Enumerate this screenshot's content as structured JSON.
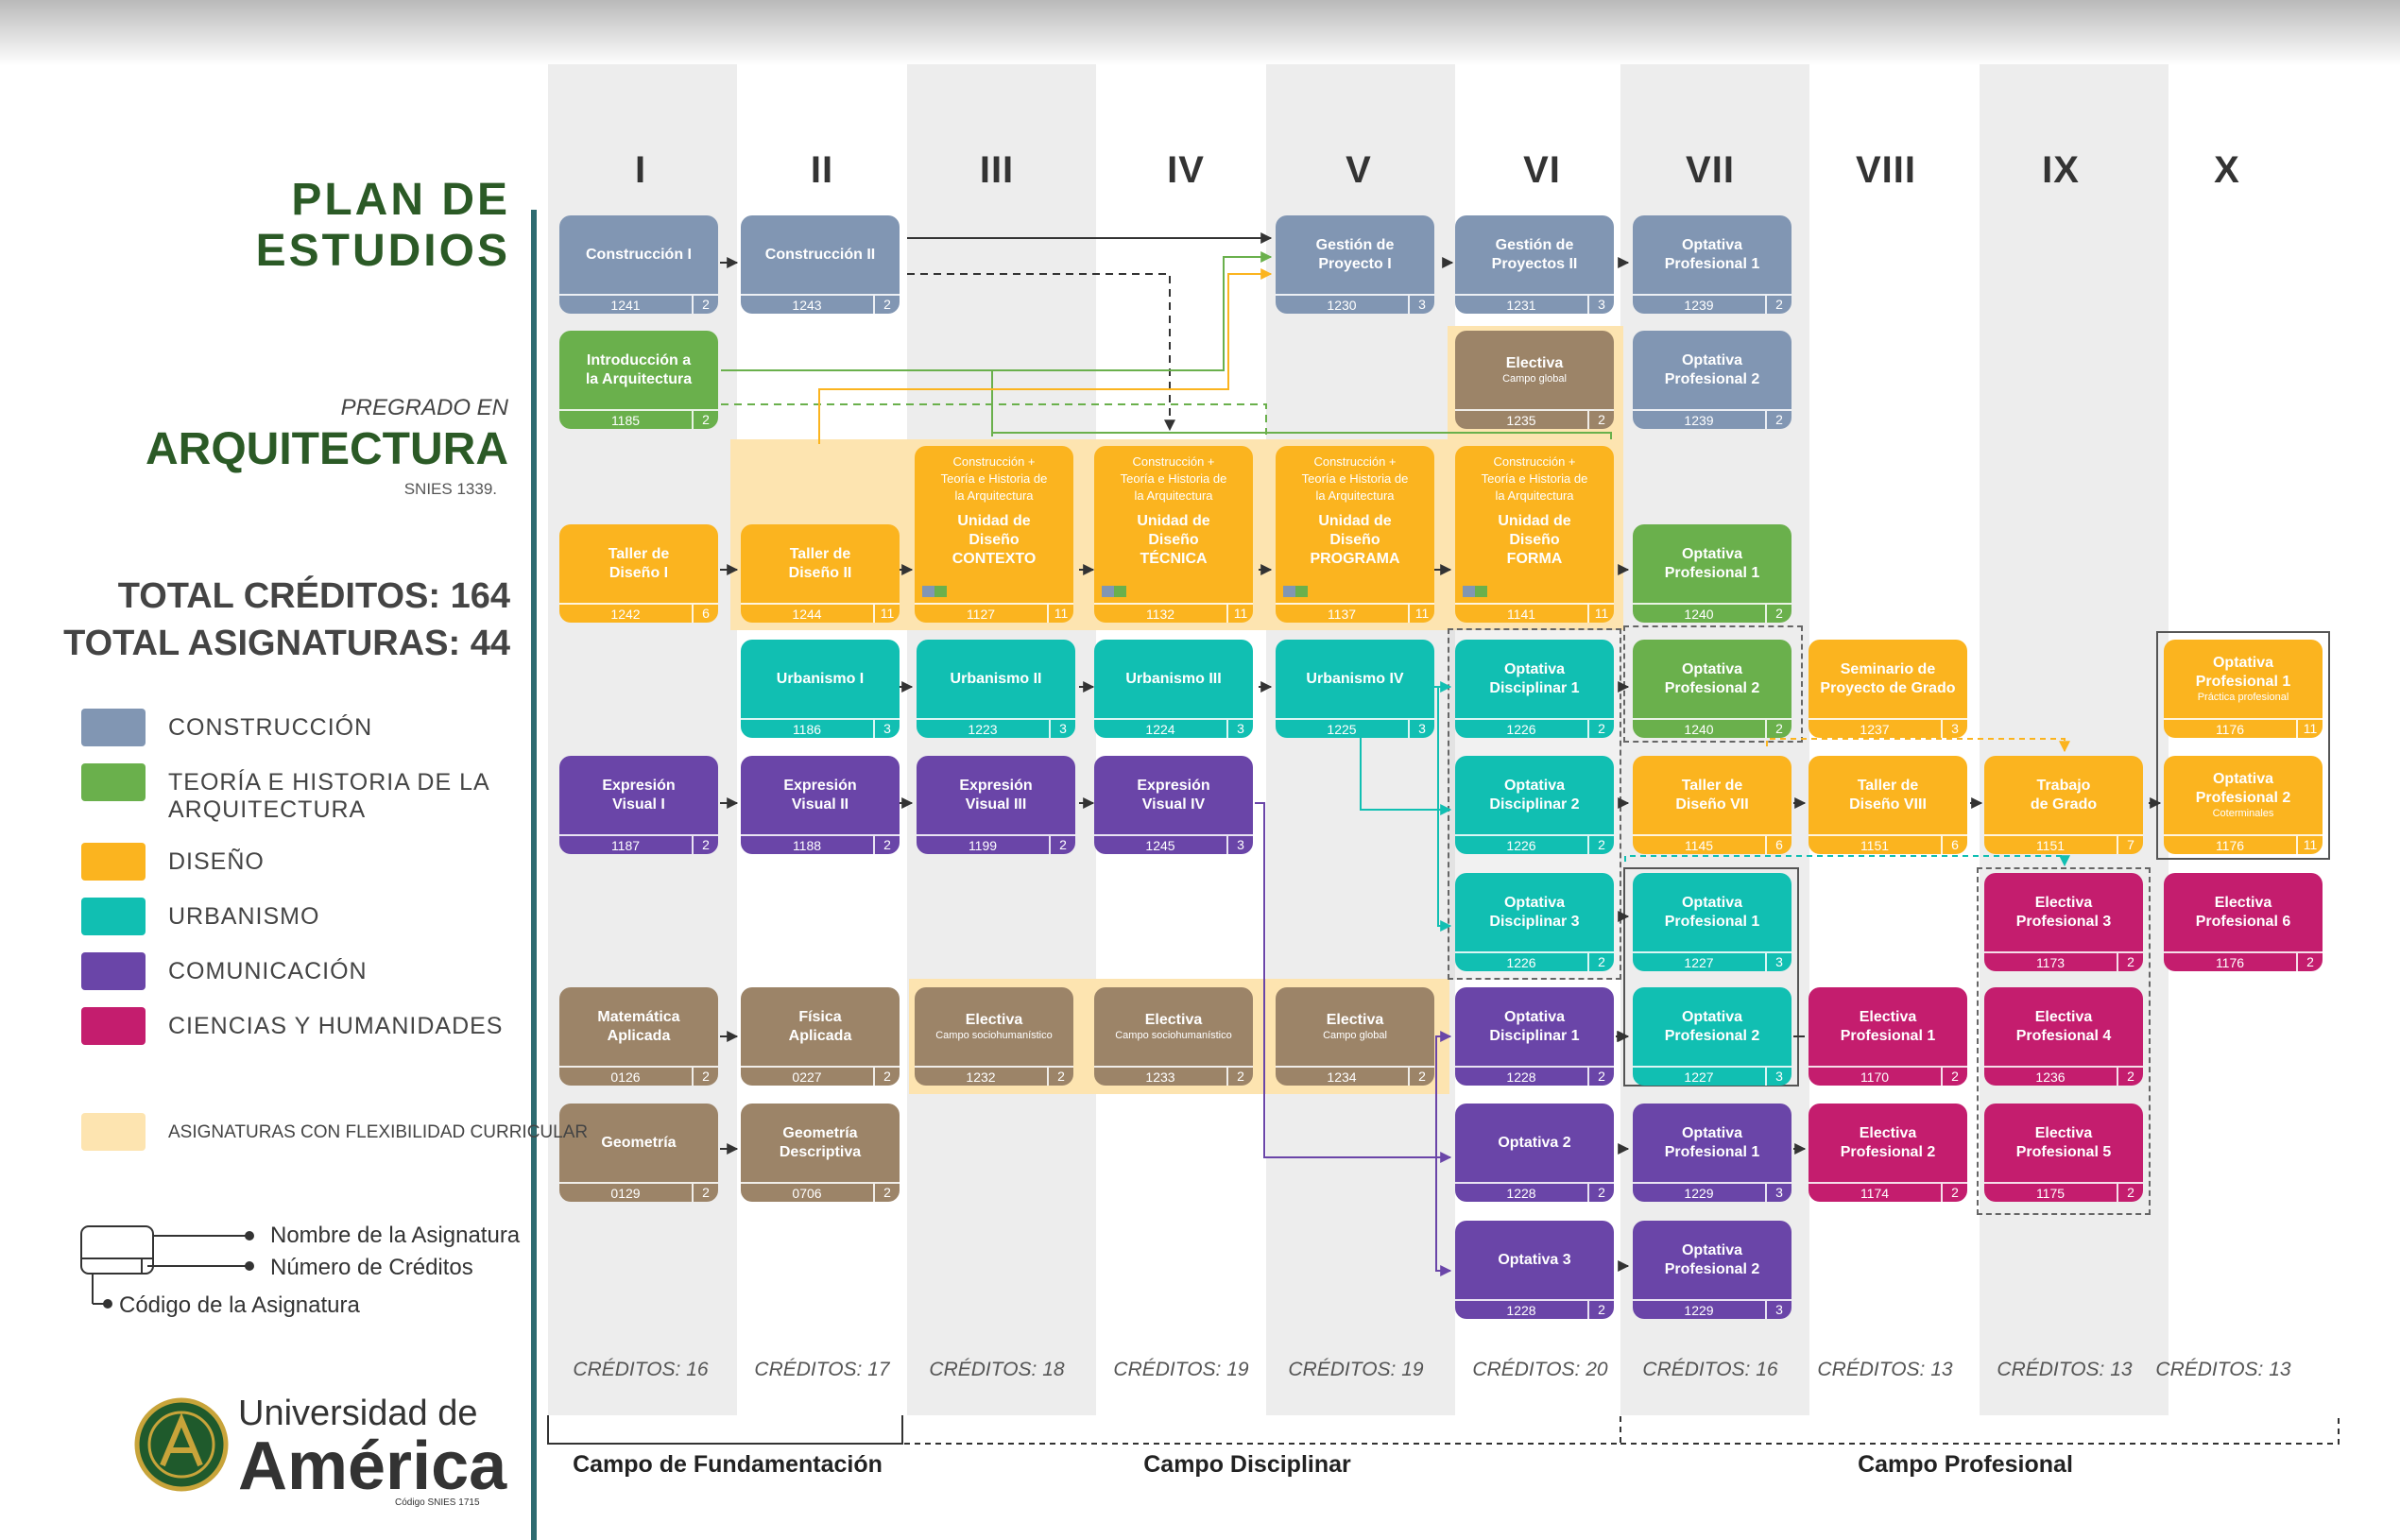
{
  "header": {
    "title_line1": "PLAN DE",
    "title_line2": "ESTUDIOS",
    "pregrado": "PREGRADO EN",
    "programa": "ARQUITECTURA",
    "snies": "SNIES 1339.",
    "total_creditos": "TOTAL CRÉDITOS: 164",
    "total_asignaturas": "TOTAL ASIGNATURAS: 44"
  },
  "colors": {
    "construccion": "#8196b3",
    "teoria": "#6ab04c",
    "diseno": "#fbb41f",
    "urbanismo": "#11bfb2",
    "comunicacion": "#6a45a8",
    "ciencias": "#c41d6e",
    "electiva": "#9c8468",
    "flexibilidad": "#fde4b0",
    "title_green": "#2b5a26"
  },
  "legend": [
    {
      "label": "CONSTRUCCIÓN",
      "color": "#8196b3"
    },
    {
      "label": "TEORÍA E HISTORIA DE LA",
      "label2": "ARQUITECTURA",
      "color": "#6ab04c"
    },
    {
      "label": "DISEÑO",
      "color": "#fbb41f"
    },
    {
      "label": "URBANISMO",
      "color": "#11bfb2"
    },
    {
      "label": "COMUNICACIÓN",
      "color": "#6a45a8"
    },
    {
      "label": "CIENCIAS  Y HUMANIDADES",
      "color": "#c41d6e"
    },
    {
      "label": "ASIGNATURAS CON FLEXIBILIDAD CURRICULAR",
      "color": "#fde4b0"
    }
  ],
  "key": {
    "nombre": "Nombre de la Asignatura",
    "creditos": "Número de Créditos",
    "codigo": "Código de la Asignatura"
  },
  "semesters": [
    {
      "label": "I",
      "credits": "CRÉDITOS: 16"
    },
    {
      "label": "II",
      "credits": "CRÉDITOS: 17"
    },
    {
      "label": "III",
      "credits": "CRÉDITOS: 18"
    },
    {
      "label": "IV",
      "credits": "CRÉDITOS: 19"
    },
    {
      "label": "V",
      "credits": "CRÉDITOS: 19"
    },
    {
      "label": "VI",
      "credits": "CRÉDITOS: 20"
    },
    {
      "label": "VII",
      "credits": "CRÉDITOS: 16"
    },
    {
      "label": "VIII",
      "credits": "CRÉDITOS: 13"
    },
    {
      "label": "IX",
      "credits": "CRÉDITOS: 13"
    },
    {
      "label": "X",
      "credits": "CRÉDITOS: 13"
    }
  ],
  "courses": {
    "construccion_1": {
      "name": "Construcción I",
      "code": "1241",
      "credits": "2"
    },
    "construccion_2": {
      "name": "Construcción II",
      "code": "1243",
      "credits": "2"
    },
    "gestion_1": {
      "name": "Gestión de",
      "name2": "Proyecto I",
      "code": "1230",
      "credits": "3"
    },
    "gestion_2": {
      "name": "Gestión de",
      "name2": "Proyectos II",
      "code": "1231",
      "credits": "3"
    },
    "optativa_prof_7a": {
      "name": "Optativa",
      "name2": "Profesional 1",
      "code": "1239",
      "credits": "2"
    },
    "introduccion": {
      "name": "Introducción a",
      "name2": "la Arquitectura",
      "code": "1185",
      "credits": "2"
    },
    "electiva_global_6": {
      "name": "Electiva",
      "sub": "Campo global",
      "code": "1235",
      "credits": "2"
    },
    "optativa_prof_7b": {
      "name": "Optativa",
      "name2": "Profesional 2",
      "code": "1239",
      "credits": "2"
    },
    "taller_1": {
      "name": "Taller de",
      "name2": "Diseño I",
      "code": "1242",
      "credits": "6"
    },
    "taller_2": {
      "name": "Taller de",
      "name2": "Diseño II",
      "code": "1244",
      "credits": "11"
    },
    "unidad_contexto": {
      "pre1": "Construcción +",
      "pre2": "Teoría e Historia de",
      "pre3": "la Arquitectura",
      "u1": "Unidad de",
      "u2": "Diseño",
      "u3": "CONTEXTO",
      "code": "1127",
      "credits": "11"
    },
    "unidad_tecnica": {
      "pre1": "Construcción +",
      "pre2": "Teoría e Historia de",
      "pre3": "la Arquitectura",
      "u1": "Unidad de",
      "u2": "Diseño",
      "u3": "TÉCNICA",
      "code": "1132",
      "credits": "11"
    },
    "unidad_programa": {
      "pre1": "Construcción +",
      "pre2": "Teoría e Historia de",
      "pre3": "la Arquitectura",
      "u1": "Unidad de",
      "u2": "Diseño",
      "u3": "PROGRAMA",
      "code": "1137",
      "credits": "11"
    },
    "unidad_forma": {
      "pre1": "Construcción +",
      "pre2": "Teoría e Historia de",
      "pre3": "la Arquitectura",
      "u1": "Unidad de",
      "u2": "Diseño",
      "u3": "FORMA",
      "code": "1141",
      "credits": "11"
    },
    "optativa_prof_7c": {
      "name": "Optativa",
      "name2": "Profesional 1",
      "code": "1240",
      "credits": "2"
    },
    "urbanismo_1": {
      "name": "Urbanismo I",
      "code": "1186",
      "credits": "3"
    },
    "urbanismo_2": {
      "name": "Urbanismo II",
      "code": "1223",
      "credits": "3"
    },
    "urbanismo_3": {
      "name": "Urbanismo III",
      "code": "1224",
      "credits": "3"
    },
    "urbanismo_4": {
      "name": "Urbanismo IV",
      "code": "1225",
      "credits": "3"
    },
    "optativa_disc_1": {
      "name": "Optativa",
      "name2": "Disciplinar 1",
      "code": "1226",
      "credits": "2"
    },
    "optativa_prof_7d": {
      "name": "Optativa",
      "name2": "Profesional 2",
      "code": "1240",
      "credits": "2"
    },
    "seminario": {
      "name": "Seminario de",
      "name2": "Proyecto de Grado",
      "code": "1237",
      "credits": "3"
    },
    "optativa_prof_10a": {
      "name": "Optativa",
      "name2": "Profesional 1",
      "sub": "Práctica profesional",
      "code": "1176",
      "credits": "11"
    },
    "expresion_1": {
      "name": "Expresión",
      "name2": "Visual I",
      "code": "1187",
      "credits": "2"
    },
    "expresion_2": {
      "name": "Expresión",
      "name2": "Visual II",
      "code": "1188",
      "credits": "2"
    },
    "expresion_3": {
      "name": "Expresión",
      "name2": "Visual III",
      "code": "1199",
      "credits": "2"
    },
    "expresion_4": {
      "name": "Expresión",
      "name2": "Visual IV",
      "code": "1245",
      "credits": "3"
    },
    "optativa_disc_2": {
      "name": "Optativa",
      "name2": "Disciplinar 2",
      "code": "1226",
      "credits": "2"
    },
    "taller_7": {
      "name": "Taller de",
      "name2": "Diseño VII",
      "code": "1145",
      "credits": "6"
    },
    "taller_8": {
      "name": "Taller de",
      "name2": "Diseño VIII",
      "code": "1151",
      "credits": "6"
    },
    "trabajo_grado": {
      "name": "Trabajo",
      "name2": "de Grado",
      "code": "1151",
      "credits": "7"
    },
    "optativa_prof_10b": {
      "name": "Optativa",
      "name2": "Profesional 2",
      "sub": "Coterminales",
      "code": "1176",
      "credits": "11"
    },
    "optativa_disc_3": {
      "name": "Optativa",
      "name2": "Disciplinar 3",
      "code": "1226",
      "credits": "2"
    },
    "optativa_prof_7e": {
      "name": "Optativa",
      "name2": "Profesional 1",
      "code": "1227",
      "credits": "3"
    },
    "electiva_prof_3": {
      "name": "Electiva",
      "name2": "Profesional 3",
      "code": "1173",
      "credits": "2"
    },
    "electiva_prof_6": {
      "name": "Electiva",
      "name2": "Profesional 6",
      "code": "1176",
      "credits": "2"
    },
    "matematica": {
      "name": "Matemática",
      "name2": "Aplicada",
      "code": "0126",
      "credits": "2"
    },
    "fisica": {
      "name": "Física",
      "name2": "Aplicada",
      "code": "0227",
      "credits": "2"
    },
    "electiva_socio_3": {
      "name": "Electiva",
      "sub": "Campo sociohumanístico",
      "code": "1232",
      "credits": "2"
    },
    "electiva_socio_4": {
      "name": "Electiva",
      "sub": "Campo sociohumanístico",
      "code": "1233",
      "credits": "2"
    },
    "electiva_global_5": {
      "name": "Electiva",
      "sub": "Campo global",
      "code": "1234",
      "credits": "2"
    },
    "optativa_disc_com": {
      "name": "Optativa",
      "name2": "Disciplinar 1",
      "code": "1228",
      "credits": "2"
    },
    "optativa_prof_7f": {
      "name": "Optativa",
      "name2": "Profesional 2",
      "code": "1227",
      "credits": "3"
    },
    "electiva_prof_1": {
      "name": "Electiva",
      "name2": "Profesional 1",
      "code": "1170",
      "credits": "2"
    },
    "electiva_prof_4": {
      "name": "Electiva",
      "name2": "Profesional 4",
      "code": "1236",
      "credits": "2"
    },
    "geometria": {
      "name": "Geometría",
      "code": "0129",
      "credits": "2"
    },
    "geometria_desc": {
      "name": "Geometría",
      "name2": "Descriptiva",
      "code": "0706",
      "credits": "2"
    },
    "optativa_2": {
      "name": "Optativa 2",
      "code": "1228",
      "credits": "2"
    },
    "optativa_prof_7g": {
      "name": "Optativa",
      "name2": "Profesional 1",
      "code": "1229",
      "credits": "3"
    },
    "electiva_prof_2": {
      "name": "Electiva",
      "name2": "Profesional 2",
      "code": "1174",
      "credits": "2"
    },
    "electiva_prof_5": {
      "name": "Electiva",
      "name2": "Profesional 5",
      "code": "1175",
      "credits": "2"
    },
    "optativa_3": {
      "name": "Optativa 3",
      "code": "1228",
      "credits": "2"
    },
    "optativa_prof_7h": {
      "name": "Optativa",
      "name2": "Profesional 2",
      "code": "1229",
      "credits": "3"
    }
  },
  "campos": {
    "fundamentacion": "Campo de Fundamentación",
    "disciplinar": "Campo Disciplinar",
    "profesional": "Campo Profesional"
  },
  "logo": {
    "line1": "Universidad de",
    "line2": "América",
    "snies": "Código SNIES 1715"
  }
}
